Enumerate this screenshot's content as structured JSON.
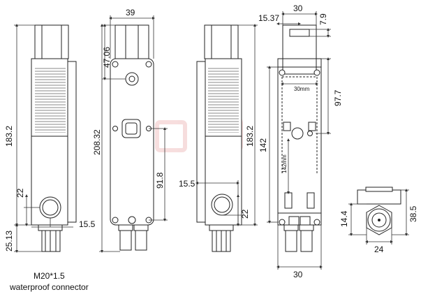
{
  "title": "",
  "colors": {
    "line": "#222222",
    "dim": "#333333",
    "watermark": "#f2c9c9"
  },
  "side_view_left": {
    "height_label": "183.2",
    "button_offset": "22",
    "button_inset": "15.5",
    "connector_len": "25.13"
  },
  "front_view": {
    "width_label": "39",
    "head_height": "47.06",
    "total_height": "208.32",
    "center_offset": "91.8"
  },
  "side_view_right": {
    "height_label": "183.2",
    "button_inset": "15.5",
    "button_offset": "22"
  },
  "back_view": {
    "width_top": "30",
    "offset_left": "15.37",
    "slot_depth": "7.9",
    "body_height": "97.7",
    "stroke_label": "30mm",
    "long_dim": "142",
    "slot_label": "142mm",
    "width_bottom": "30"
  },
  "end_view": {
    "height_small": "14.4",
    "height_total": "38.5",
    "width": "24"
  },
  "caption": {
    "line1": "M20*1.5",
    "line2": "waterproof connector"
  }
}
